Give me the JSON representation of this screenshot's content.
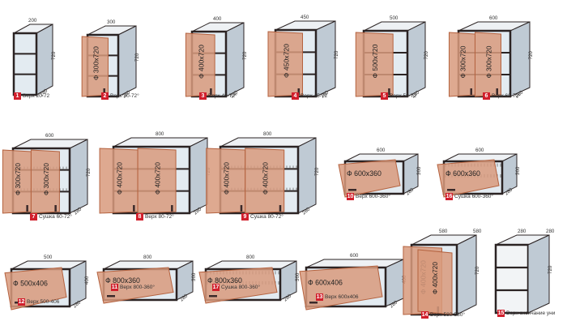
{
  "colors": {
    "frame": "#2b2323",
    "door": "#d89a7c",
    "doorEdge": "#b4623f",
    "shelf": "#e3ebf1",
    "side": "#bfcad4",
    "badge": "#d11f2c",
    "line": "#3c3c3c"
  },
  "cabinets": [
    {
      "num": "1",
      "name": "Верх 20-72",
      "w": "200",
      "h": "720",
      "d": "280",
      "door": ""
    },
    {
      "num": "2",
      "name": "Верх 30-72°",
      "w": "300",
      "h": "720",
      "d": "280",
      "door": "Ф 300х720"
    },
    {
      "num": "3",
      "name": "Верх 40-72°",
      "w": "400",
      "h": "720",
      "d": "280",
      "door": "Ф 400х720"
    },
    {
      "num": "4",
      "name": "Верх 45-72",
      "w": "450",
      "h": "720",
      "d": "280",
      "door": "Ф 450х720"
    },
    {
      "num": "5",
      "name": "Верх 50-72",
      "w": "500",
      "h": "720",
      "d": "280",
      "door": "Ф 500х720"
    },
    {
      "num": "6",
      "name": "Верх 60-72°",
      "w": "600",
      "h": "720",
      "d": "280",
      "door": "Ф 300х720",
      "door2": "Ф 300х720"
    },
    {
      "num": "7",
      "name": "Сушка 60-72°",
      "w": "600",
      "h": "720",
      "d": "280",
      "door": "Ф 300х720",
      "door2": "Ф 300х720"
    },
    {
      "num": "8",
      "name": "Верх 80-72°",
      "w": "800",
      "h": "720",
      "d": "280",
      "door": "Ф 400х720",
      "door2": "Ф 400х720"
    },
    {
      "num": "9",
      "name": "Сушка 80-72°",
      "w": "800",
      "h": "720",
      "d": "280",
      "door": "Ф 400х720",
      "door2": "Ф 400х720"
    },
    {
      "num": "10",
      "name": "Верх 600-360°",
      "w": "600",
      "h": "360",
      "d": "280",
      "door": "Ф 600х360"
    },
    {
      "num": "16",
      "name": "Сушка 600-360°",
      "w": "600",
      "h": "360",
      "d": "280",
      "door": "Ф 600х360"
    },
    {
      "num": "12",
      "name": "Верх 500-406",
      "w": "500",
      "h": "406",
      "d": "280",
      "door": "Ф 500х406"
    },
    {
      "num": "11",
      "name": "Верх 800-360°",
      "w": "800",
      "h": "360",
      "d": "280",
      "door": "Ф 800х360"
    },
    {
      "num": "17",
      "name": "Сушка 800-360°",
      "w": "800",
      "h": "360",
      "d": "280",
      "door": "Ф 800х360"
    },
    {
      "num": "13",
      "name": "Верх 600х406",
      "w": "600",
      "h": "406",
      "d": "280",
      "door": "Ф 600х406"
    },
    {
      "num": "14",
      "name": "Верх 580-580°",
      "w": "580",
      "w2": "580",
      "h": "720",
      "door": "Ф 400х720"
    },
    {
      "num": "15",
      "name": "Верх окончание уни",
      "w": "280",
      "w2": "280",
      "h": "720"
    }
  ]
}
